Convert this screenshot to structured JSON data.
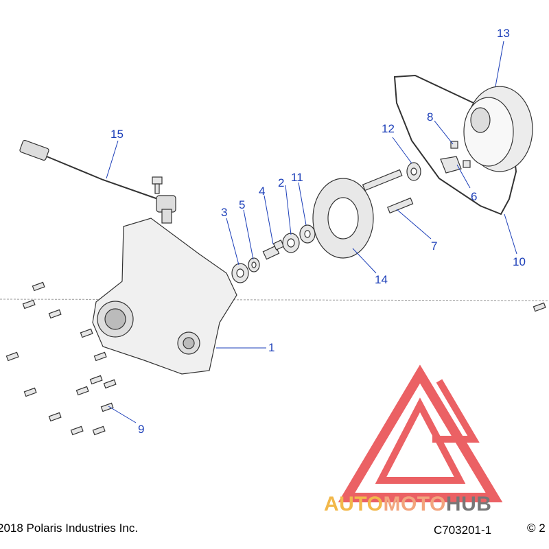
{
  "diagram": {
    "callouts": [
      "1",
      "2",
      "3",
      "4",
      "5",
      "6",
      "7",
      "8",
      "9",
      "10",
      "11",
      "12",
      "13",
      "14",
      "15"
    ],
    "parts": {
      "p1": "crankcase-cover",
      "p2": "washer",
      "p3": "seal",
      "p4": "pin",
      "p5": "washer",
      "p6": "bracket",
      "p7": "bolt",
      "p8": "screw",
      "p9": "bolt",
      "p10": "gasket",
      "p11": "washer",
      "p12": "washer",
      "p13": "flywheel",
      "p14": "stator",
      "p15": "sensor-cable"
    }
  },
  "footer": {
    "copyright": "2018 Polaris Industries Inc.",
    "drawing_id": "C703201-1",
    "copyright_right": "© 2"
  },
  "watermark": {
    "part1": "AUTO",
    "part2": "MOTO",
    "part3": "HUB",
    "colors": {
      "auto": "#f2b84b",
      "moto": "#f2a57e",
      "hub": "#777777",
      "logo": "#e8464a"
    }
  },
  "colors": {
    "callout": "#1a3db8",
    "line": "#333333"
  }
}
